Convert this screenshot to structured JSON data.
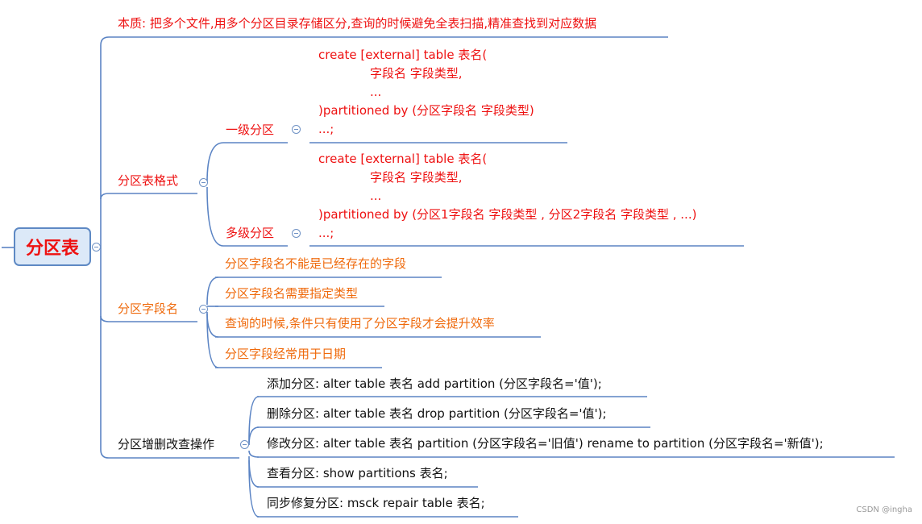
{
  "root": {
    "label": "分区表"
  },
  "essence": {
    "text": "本质: 把多个文件,用多个分区目录存储区分,查询的时候避免全表扫描,精准查找到对应数据"
  },
  "format": {
    "label": "分区表格式",
    "single": {
      "label": "一级分区",
      "lines": [
        "create [external] table 表名(",
        "字段名 字段类型,",
        "...",
        ")partitioned by (分区字段名 字段类型)",
        "...;"
      ]
    },
    "multi": {
      "label": "多级分区",
      "lines": [
        "create [external] table 表名(",
        "字段名 字段类型,",
        "...",
        ")partitioned by (分区1字段名 字段类型 , 分区2字段名 字段类型 , ...)",
        "...;"
      ]
    }
  },
  "fieldname": {
    "label": "分区字段名",
    "items": [
      "分区字段名不能是已经存在的字段",
      "分区字段名需要指定类型",
      "查询的时候,条件只有使用了分区字段才会提升效率",
      "分区字段经常用于日期"
    ]
  },
  "crud": {
    "label": "分区增删改查操作",
    "items": [
      "添加分区:  alter table 表名 add partition (分区字段名='值');",
      "删除分区:  alter table 表名 drop partition (分区字段名='值');",
      "修改分区:  alter table 表名  partition (分区字段名='旧值') rename to partition (分区字段名='新值');",
      "查看分区:  show partitions 表名;",
      "同步修复分区:  msck repair table 表名;"
    ]
  },
  "watermark": "CSDN @ingha",
  "colors": {
    "line": "#5b84c4",
    "red": "#ee1111",
    "orange": "#ef6a0c",
    "black": "#111111",
    "root_fill": "#dce9f8"
  }
}
